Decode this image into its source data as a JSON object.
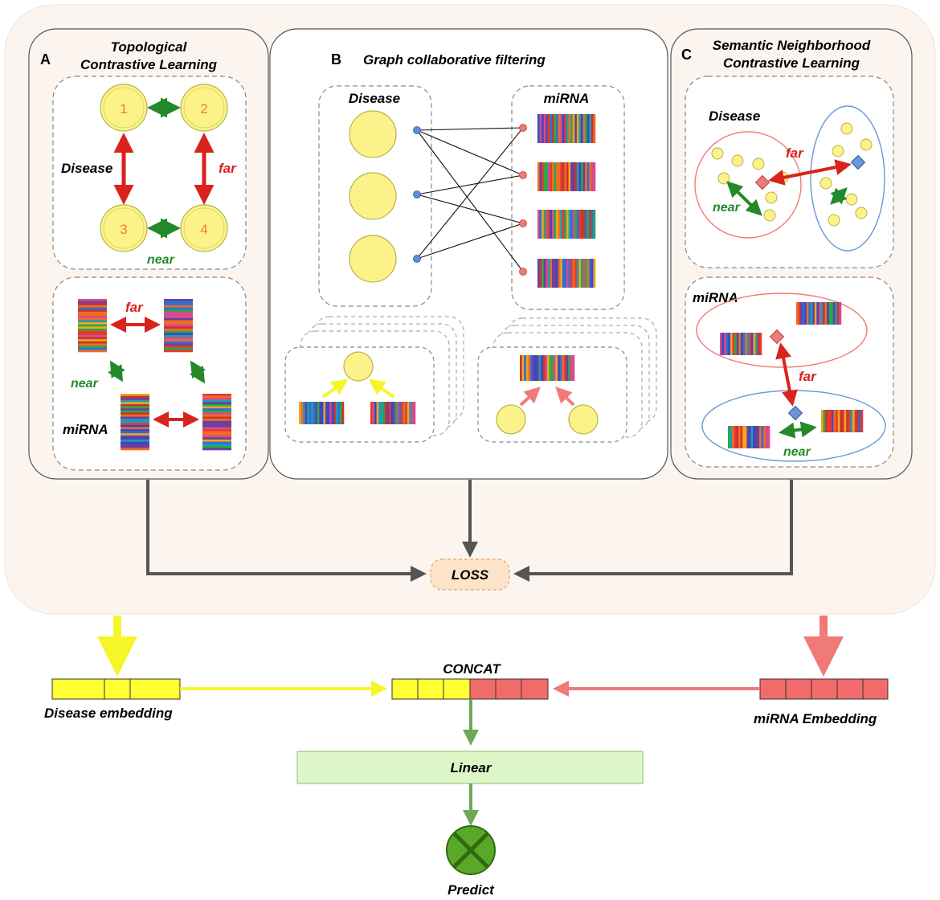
{
  "panel_a": {
    "letter": "A",
    "title_line1": "Topological",
    "title_line2": "Contrastive Learning",
    "disease_label": "Disease",
    "node_labels": [
      "1",
      "2",
      "3",
      "4"
    ],
    "far_label": "far",
    "near_label": "near",
    "mirna_far_label": "far",
    "mirna_near_label": "near",
    "mirna_label": "miRNA"
  },
  "panel_b": {
    "letter": "B",
    "title": "Graph collaborative filtering",
    "disease_label": "Disease",
    "mirna_label": "miRNA"
  },
  "panel_c": {
    "letter": "C",
    "title_line1": "Semantic Neighborhood",
    "title_line2": "Contrastive Learning",
    "disease_label": "Disease",
    "disease_far": "far",
    "disease_near": "near",
    "mirna_label": "miRNA",
    "mirna_far": "far",
    "mirna_near": "near"
  },
  "loss_label": "LOSS",
  "concat_label": "CONCAT",
  "disease_embedding_label": "Disease embedding",
  "mirna_embedding_label": "miRNA Embedding",
  "linear_label": "Linear",
  "predict_label": "Predict",
  "colors": {
    "disease_node": "#fbf28a",
    "disease_yellow": "#ffff33",
    "mirna_red": "#f26b6b",
    "far_red": "#d9231c",
    "near_green": "#23892a",
    "linear_green": "#ddf7c8",
    "predict_green": "#5aa82a",
    "outer_bg": "#fcf5ef",
    "loss_bg": "#fde3c8"
  },
  "stripe_palette": [
    "#e63a2e",
    "#2f6fd6",
    "#f2a51f",
    "#6b3fa0",
    "#2aa84a",
    "#d94a8c",
    "#1f9bb5",
    "#f06c23",
    "#3b47c2",
    "#c9352b"
  ]
}
